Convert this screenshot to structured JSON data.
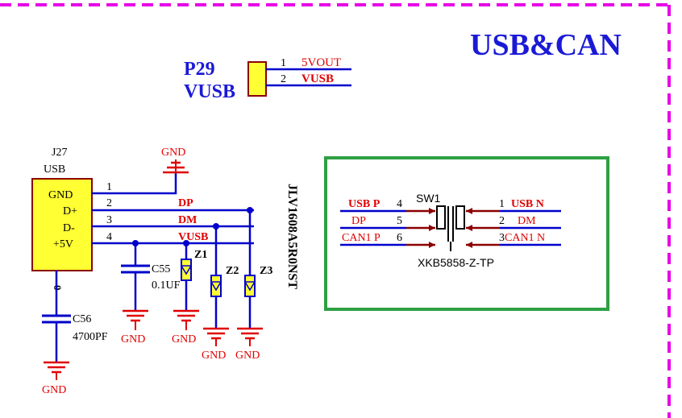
{
  "title": "USB&CAN",
  "colors": {
    "wire_blue": "#0000cc",
    "wire_dark_red": "#8b0000",
    "red_text": "#e00000",
    "title_blue": "#1a1ad6",
    "border_magenta": "#e600e6",
    "component_yellow": "#ffff33",
    "box_green": "#2ea043",
    "component_outline": "#8b0000"
  },
  "p29": {
    "ref": "P29",
    "name": "VUSB",
    "pins": [
      {
        "num": "1",
        "net": "5VOUT"
      },
      {
        "num": "2",
        "net": "VUSB"
      }
    ]
  },
  "j27": {
    "ref": "J27",
    "type": "USB",
    "pin_names": [
      "GND",
      "D+",
      "D-",
      "+5V"
    ],
    "pin_nums": [
      "1",
      "2",
      "3",
      "4"
    ],
    "nets": [
      "DP",
      "DM",
      "VUSB"
    ]
  },
  "gnd_label": "GND",
  "c55": {
    "ref": "C55",
    "value": "0.1UF"
  },
  "c56": {
    "ref": "C56",
    "value": "4700PF",
    "pin_label": "0"
  },
  "zeners": {
    "z1": "Z1",
    "z2": "Z2",
    "z3": "Z3",
    "part": "JLV1608A5R0NST"
  },
  "sw1": {
    "ref": "SW1",
    "part": "XKB5858-Z-TP",
    "left_labels": [
      "USB P",
      "DP",
      "CAN1 P"
    ],
    "left_nums": [
      "4",
      "5",
      "6"
    ],
    "right_nums": [
      "1",
      "2",
      "3"
    ],
    "right_labels": [
      "USB N",
      "DM",
      "CAN1 N"
    ]
  }
}
